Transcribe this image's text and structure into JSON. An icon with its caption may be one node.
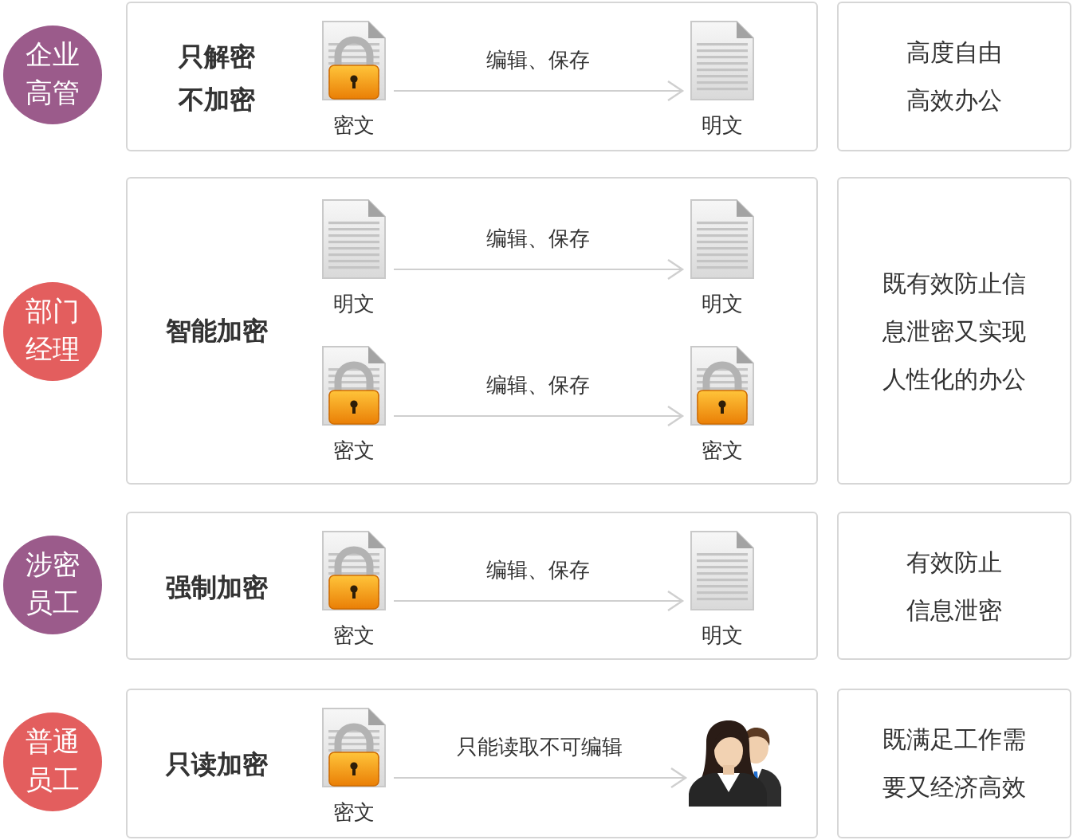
{
  "diagram": {
    "nodes": [
      {
        "text": [
          "企业高管"
        ]
      },
      {
        "text": [
          "只解密不加密"
        ]
      },
      {
        "text": [
          "密文"
        ],
        "in": 1
      },
      {
        "text": [
          "明文"
        ],
        "in": 1
      },
      {
        "text": [
          "高度自由高效办公"
        ]
      },
      {
        "text": [
          "部门经理"
        ]
      },
      {
        "text": [
          "智能加密"
        ]
      },
      {
        "text": [
          "明文"
        ],
        "in": 6
      },
      {
        "text": [
          "明文"
        ],
        "in": 6
      },
      {
        "text": [
          "密文"
        ],
        "in": 6
      },
      {
        "text": [
          "密文"
        ],
        "in": 6
      },
      {
        "text": [
          "既有效防止信息泄密又实现人性化的办公"
        ]
      },
      {
        "text": [
          "涉密员工"
        ]
      },
      {
        "text": [
          "强制加密"
        ]
      },
      {
        "text": [
          "密文"
        ],
        "in": 13
      },
      {
        "text": [
          "明文"
        ],
        "in": 13
      },
      {
        "text": [
          "有效防止信息泄密"
        ]
      },
      {
        "text": [
          "普通员工"
        ]
      },
      {
        "text": [
          "只读加密"
        ]
      },
      {
        "text": [
          "密文"
        ],
        "in": 18
      },
      {
        "text": [],
        "shape": "person",
        "in": 18
      },
      {
        "text": [
          "既满足工作需要又经济高效"
        ]
      }
    ],
    "edges": [
      {
        "from": 2,
        "to": 3,
        "arrow": "to",
        "label": "编辑、保存"
      },
      {
        "from": 7,
        "to": 8,
        "arrow": "to",
        "label": "编辑、保存"
      },
      {
        "from": 9,
        "to": 10,
        "arrow": "to",
        "label": "编辑、保存"
      },
      {
        "from": 14,
        "to": 15,
        "arrow": "to",
        "label": "编辑、保存"
      },
      {
        "from": 19,
        "to": 20,
        "arrow": "to",
        "label": "只能读取不可编辑"
      }
    ]
  }
}
